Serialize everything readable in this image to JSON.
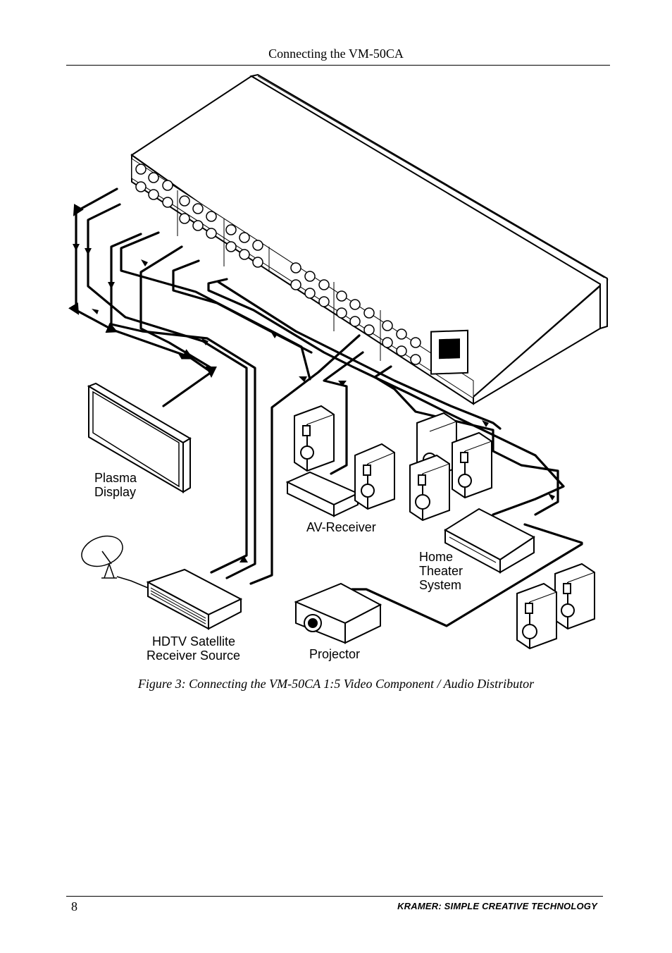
{
  "header": {
    "title": "Connecting the VM-50CA"
  },
  "figure": {
    "labels": {
      "plasma_line1": "Plasma",
      "plasma_line2": "Display",
      "av_receiver": "AV-Receiver",
      "home_line1": "Home",
      "home_line2": "Theater",
      "home_line3": "System",
      "hdtv_line1": "HDTV Satellite",
      "hdtv_line2": "Receiver Source",
      "projector": "Projector"
    },
    "icons": [
      "vm-50ca-unit",
      "plasma-display",
      "satellite-dish",
      "hdtv-receiver",
      "av-receiver",
      "home-theater-system",
      "projector",
      "speaker"
    ]
  },
  "caption": "Figure 3: Connecting the VM-50CA 1:5 Video Component / Audio Distributor",
  "footer": {
    "page_number": "8",
    "brand": "KRAMER:  SIMPLE CREATIVE TECHNOLOGY"
  }
}
